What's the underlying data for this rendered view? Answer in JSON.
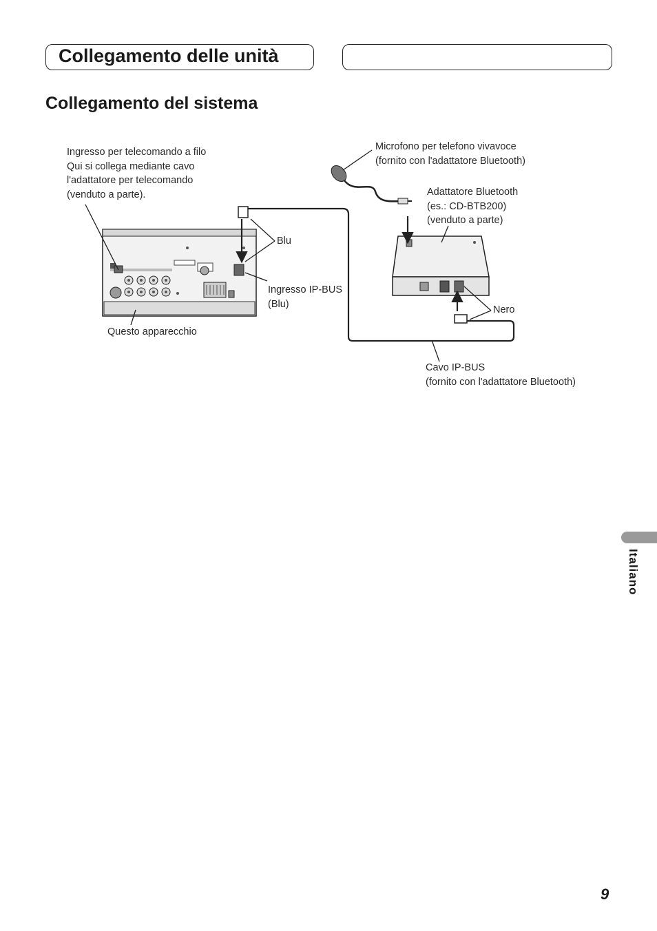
{
  "header": {
    "chapter_title": "Collegamento delle unità",
    "right_box_text": ""
  },
  "section": {
    "title": "Collegamento del sistema"
  },
  "diagram": {
    "labels": {
      "remote_input": [
        "Ingresso per telecomando a filo",
        "Qui si collega mediante cavo",
        "l'adattatore per telecomando",
        "(venduto a parte)."
      ],
      "blu": "Blu",
      "ip_bus_input": [
        "Ingresso IP-BUS",
        "(Blu)"
      ],
      "this_unit": "Questo apparecchio",
      "microphone": [
        "Microfono per telefono vivavoce",
        "(fornito con l'adattatore Bluetooth)"
      ],
      "bt_adapter": [
        "Adattatore Bluetooth",
        "(es.: CD-BTB200)",
        "(venduto a parte)"
      ],
      "nero": "Nero",
      "ip_bus_cable": [
        "Cavo IP-BUS",
        "(fornito con l'adattatore Bluetooth)"
      ]
    }
  },
  "sidebar": {
    "language": "Italiano"
  },
  "footer": {
    "page_number": "9"
  }
}
